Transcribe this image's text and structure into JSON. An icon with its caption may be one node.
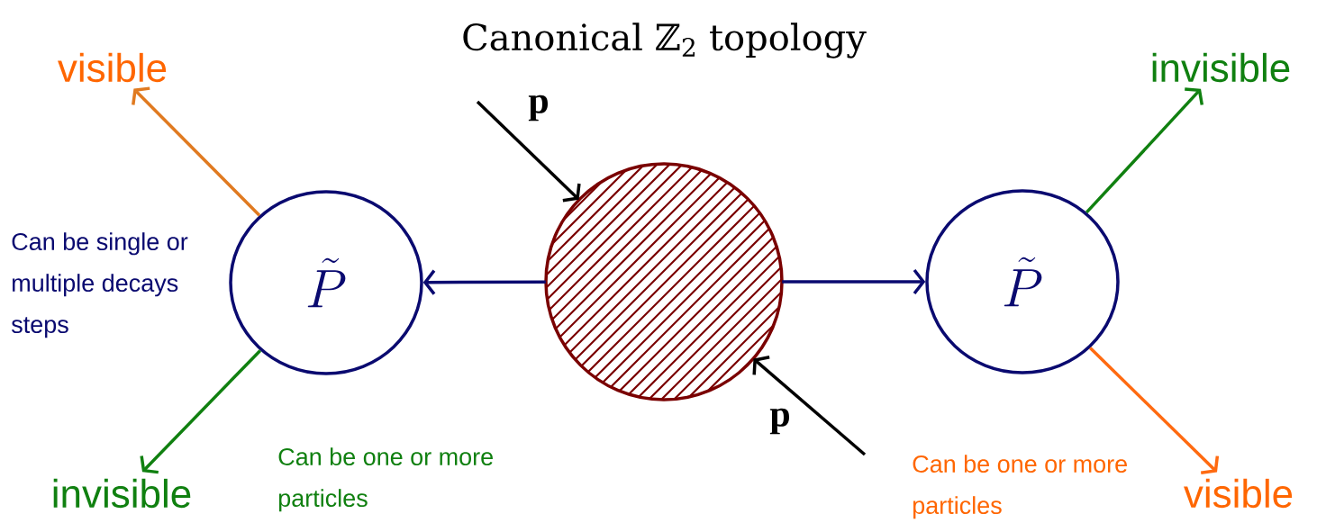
{
  "diagram": {
    "title": "Canonical ℤ$_{2}$ topology",
    "nodes": [
      {
        "text": [],
        "shape": "circle"
      },
      {
        "text": [
          "\\tilde{P}"
        ]
      },
      {
        "text": [
          "\\tilde{P}"
        ]
      },
      {
        "text": [
          "visible"
        ]
      },
      {
        "text": [
          "invisible"
        ]
      },
      {
        "text": [
          "invisible"
        ]
      },
      {
        "text": [
          "visible"
        ]
      }
    ],
    "edges": [
      {
        "from": 0,
        "to": 1,
        "arrow": "to",
        "color": "#0a0a70"
      },
      {
        "from": 0,
        "to": 2,
        "arrow": "to",
        "color": "#0a0a70"
      },
      {
        "from": 1,
        "to": 3,
        "arrow": "to",
        "color": "#e07a20"
      },
      {
        "from": 1,
        "to": 4,
        "arrow": "to",
        "color": "#108010"
      },
      {
        "from": 2,
        "to": 5,
        "arrow": "to",
        "color": "#108010"
      },
      {
        "from": 2,
        "to": 6,
        "arrow": "to",
        "color": "#ff6a10"
      },
      {
        "from": null,
        "to": 0,
        "arrow": "to",
        "label": "p",
        "color": "#000000"
      },
      {
        "from": null,
        "to": 0,
        "arrow": "to",
        "label": "p",
        "color": "#000000"
      }
    ],
    "labels": [
      "Can be single or multiple decays steps",
      "Can be one or more particles",
      "Can be one or more particles"
    ]
  }
}
